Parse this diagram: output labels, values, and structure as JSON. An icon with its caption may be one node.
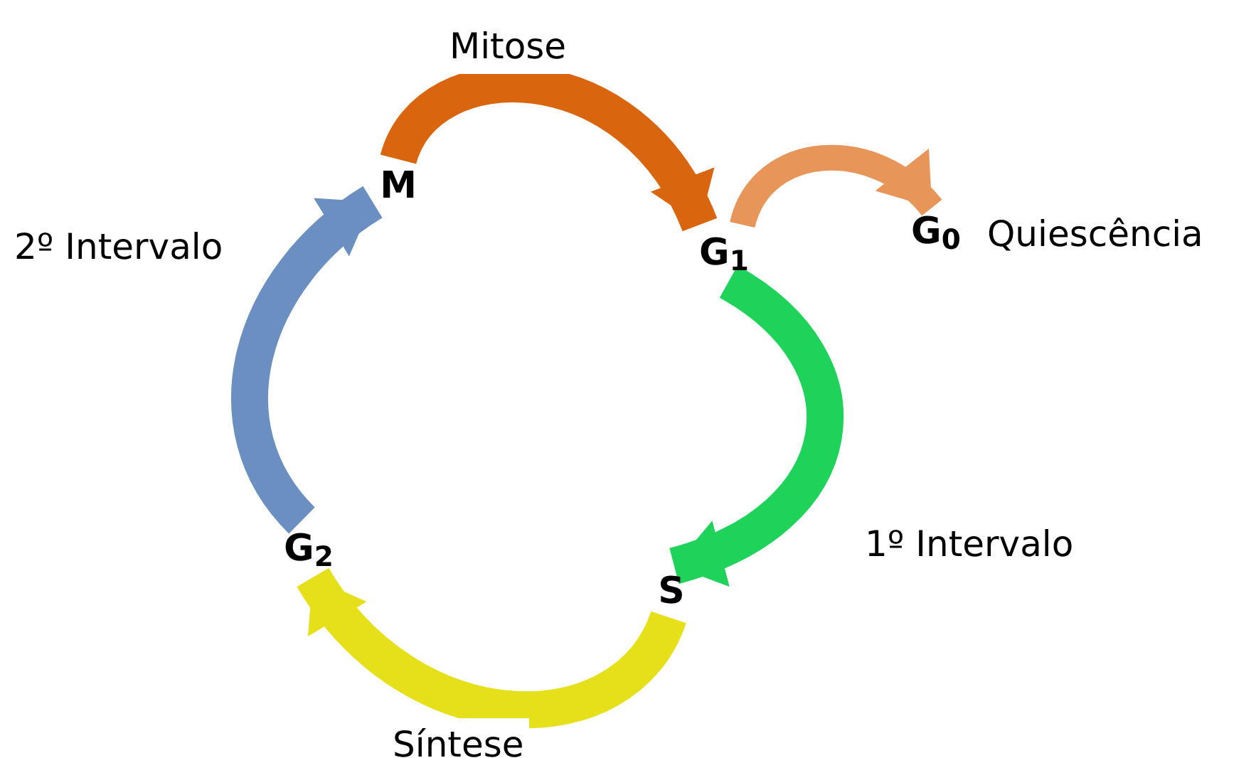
{
  "diagram": {
    "nodes": [
      {
        "text": [
          "M"
        ]
      },
      {
        "text": [
          "G$_{1}$"
        ]
      },
      {
        "text": [
          "S"
        ]
      },
      {
        "text": [
          "G$_{2}$"
        ]
      },
      {
        "text": [
          "G$_{0}$"
        ],
        "beside": [
          "Quiescência"
        ]
      }
    ],
    "edges": [
      {
        "from": 0,
        "to": 1,
        "arrow": "to",
        "label": "Mitose",
        "color": "#d9660f"
      },
      {
        "from": 1,
        "to": 2,
        "arrow": "to",
        "label": "1º Intervalo",
        "color": "#1fd25a"
      },
      {
        "from": 2,
        "to": 3,
        "arrow": "to",
        "label": "Síntese",
        "color": "#e5e01a"
      },
      {
        "from": 3,
        "to": 0,
        "arrow": "to",
        "label": "2º Intervalo",
        "color": "#6a8fc0"
      },
      {
        "from": 1,
        "to": 4,
        "arrow": "to",
        "color": "#e8955a"
      }
    ]
  }
}
